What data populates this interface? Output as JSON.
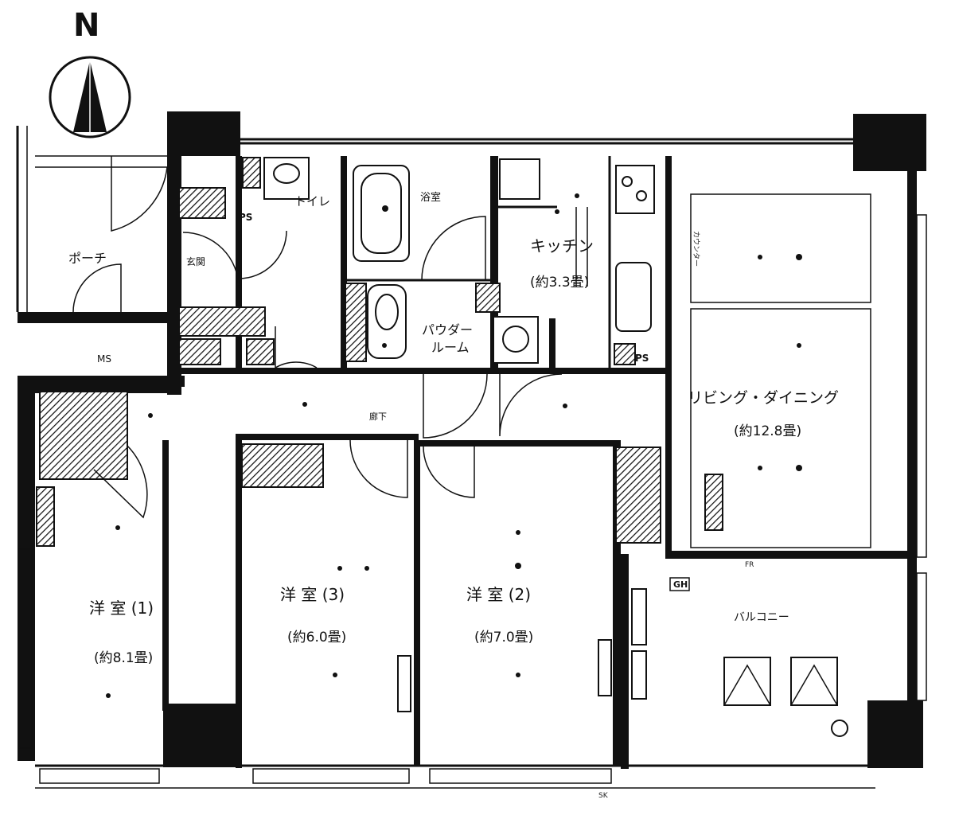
{
  "compass": {
    "letter": "N"
  },
  "rooms": {
    "porch": "ポーチ",
    "ms": "MS",
    "genkan": "玄関",
    "toilet": "トイレ",
    "ps1": "PS",
    "ps2": "PS",
    "bath": "浴室",
    "kitchen": "キッチン",
    "kitchen_size": "(約3.3畳)",
    "powder1": "パウダー",
    "powder2": "ルーム",
    "corridor": "廊下",
    "ld": "リビング・ダイニング",
    "ld_size": "(約12.8畳)",
    "w1": "洋 室 (1)",
    "w1_size": "(約8.1畳)",
    "w3": "洋 室 (3)",
    "w3_size": "(約6.0畳)",
    "w2": "洋 室 (2)",
    "w2_size": "(約7.0畳)",
    "balcony": "バルコニー",
    "gh": "GH",
    "counter": "カウンター",
    "fr": "FR",
    "sk": "SK"
  }
}
